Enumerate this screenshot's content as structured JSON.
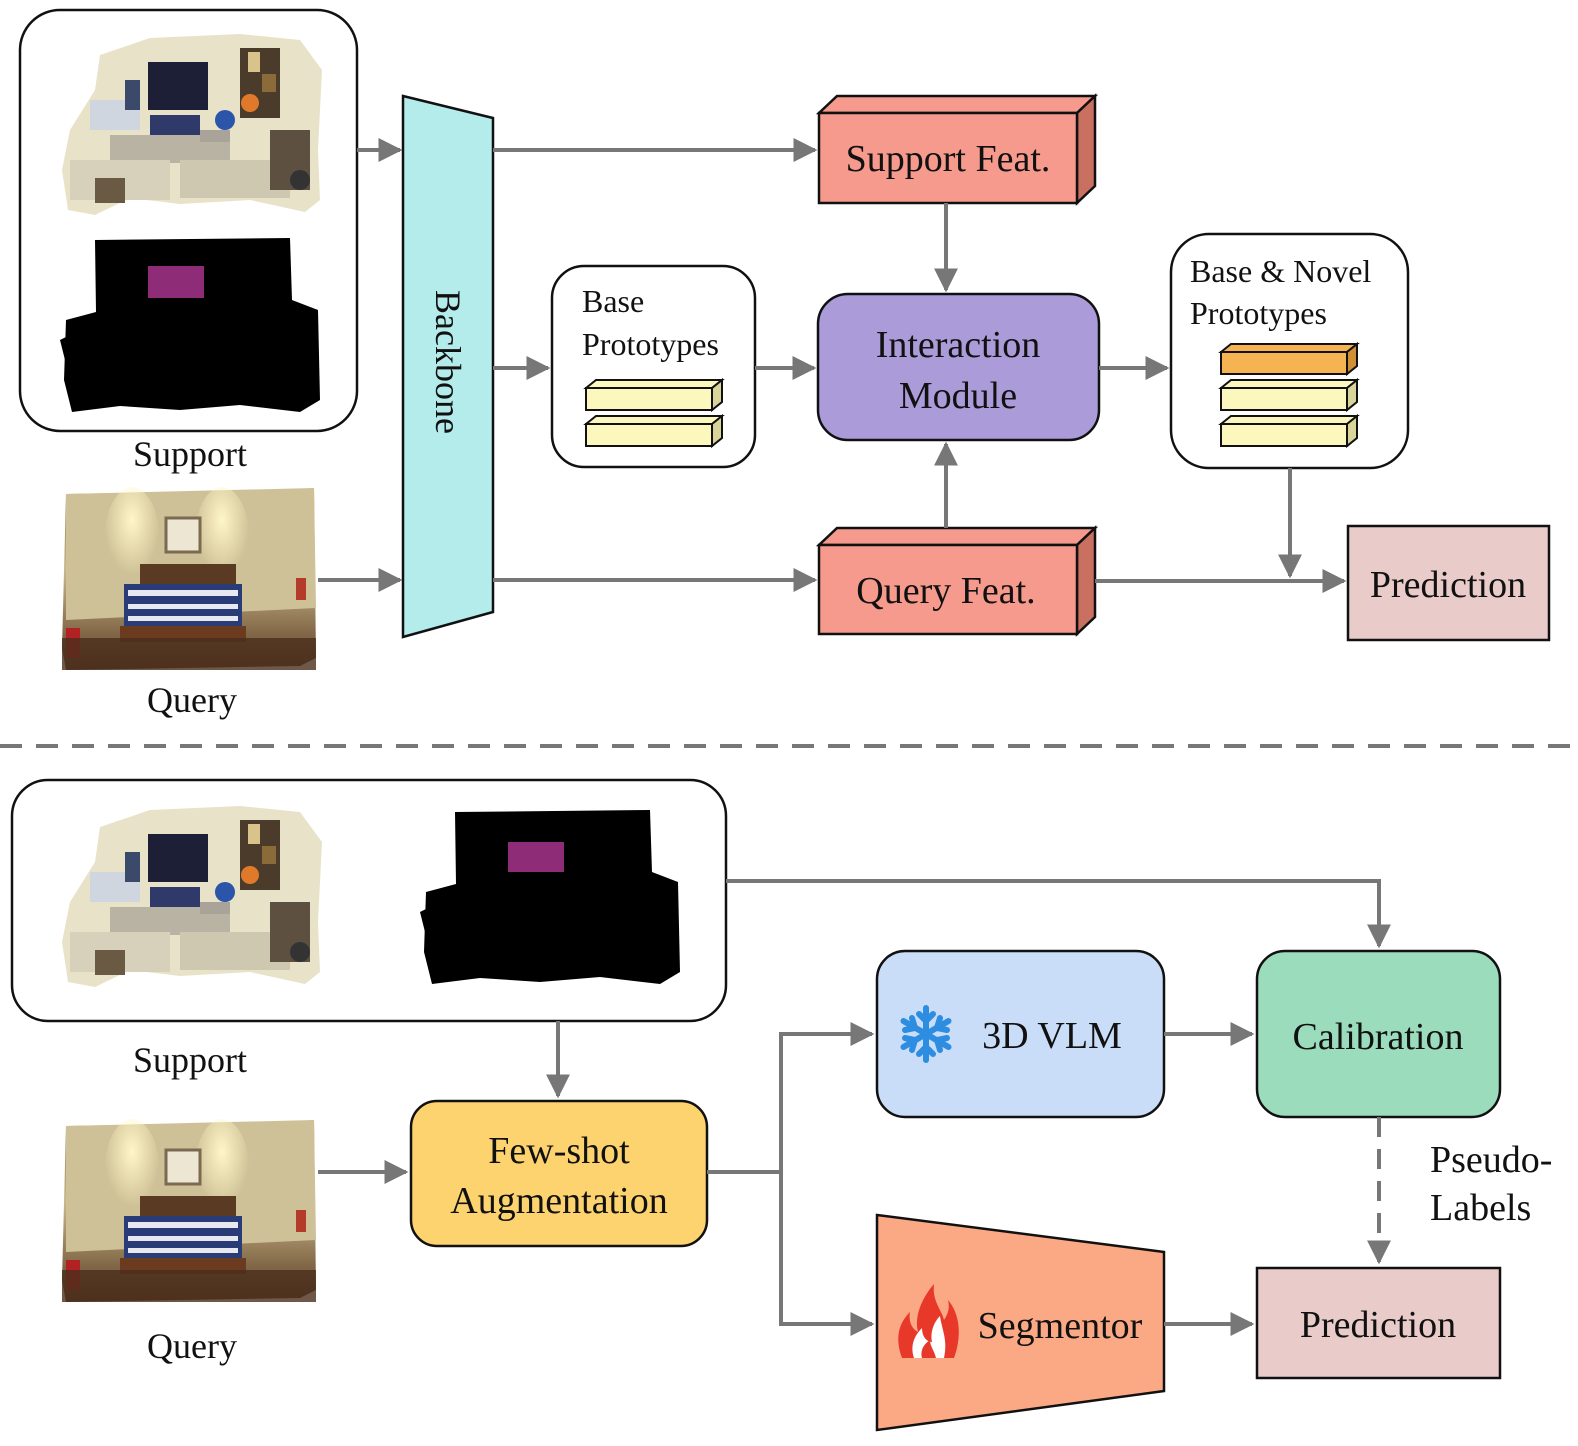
{
  "top": {
    "support_label": "Support",
    "query_label": "Query",
    "backbone_label": "Backbone",
    "support_feat": "Support Feat.",
    "query_feat": "Query Feat.",
    "base_prototypes": [
      "Base",
      "Prototypes"
    ],
    "interaction_module": [
      "Interaction",
      "Module"
    ],
    "base_novel_prototypes": [
      "Base & Novel",
      "Prototypes"
    ],
    "prediction": "Prediction"
  },
  "bottom": {
    "support_label": "Support",
    "query_label": "Query",
    "few_shot_augmentation": [
      "Few-shot",
      "Augmentation"
    ],
    "vlm": "3D VLM",
    "calibration": "Calibration",
    "segmentor": "Segmentor",
    "pseudo_labels": [
      "Pseudo-",
      "Labels"
    ],
    "prediction": "Prediction"
  },
  "colors": {
    "backbone": "#b4ecec",
    "feat": "#f59a8c",
    "interaction": "#ab9bd8",
    "proto_base": "#fbf7bd",
    "proto_novel": "#f5b351",
    "prediction": "#e9cbc9",
    "augmentation": "#fdd36f",
    "vlm": "#c9dcf8",
    "calibration": "#9bdcbc",
    "segmentor": "#fba985",
    "mask_highlight": "#8e2c77",
    "snowflake": "#2d8de0",
    "flame": "#e8382a",
    "arrow": "#777777"
  }
}
